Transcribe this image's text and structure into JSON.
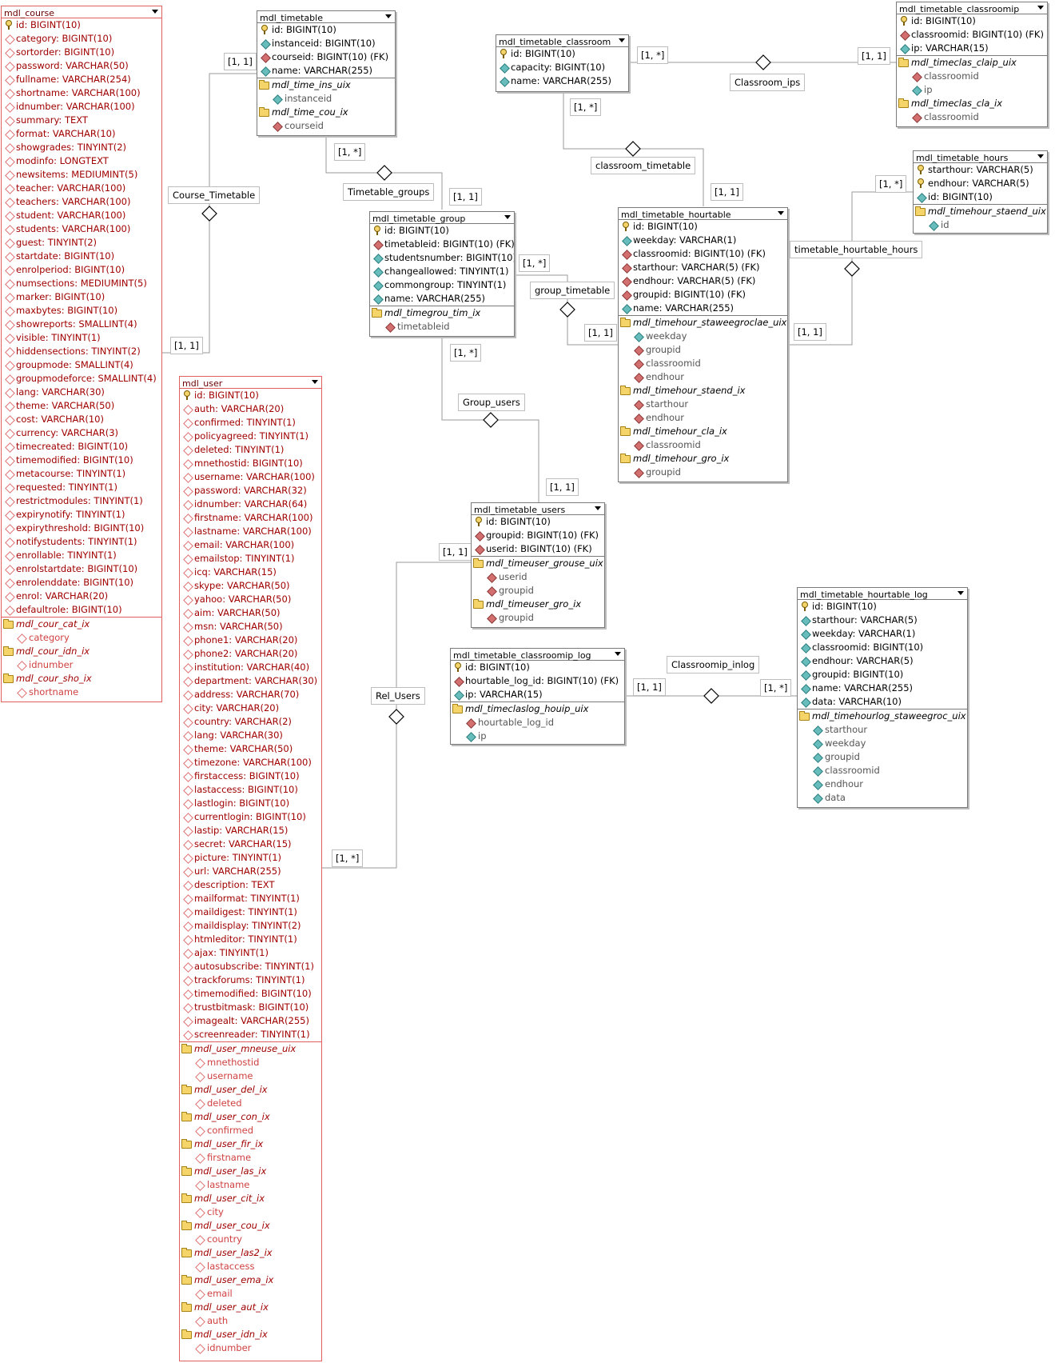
{
  "tables": {
    "course": {
      "name": "mdl_course",
      "rows": [
        {
          "t": "pk",
          "x": "id: BIGINT(10)"
        },
        {
          "t": "w",
          "x": "category: BIGINT(10)"
        },
        {
          "t": "w",
          "x": "sortorder: BIGINT(10)"
        },
        {
          "t": "w",
          "x": "password: VARCHAR(50)"
        },
        {
          "t": "w",
          "x": "fullname: VARCHAR(254)"
        },
        {
          "t": "w",
          "x": "shortname: VARCHAR(100)"
        },
        {
          "t": "w",
          "x": "idnumber: VARCHAR(100)"
        },
        {
          "t": "w",
          "x": "summary: TEXT"
        },
        {
          "t": "w",
          "x": "format: VARCHAR(10)"
        },
        {
          "t": "w",
          "x": "showgrades: TINYINT(2)"
        },
        {
          "t": "w",
          "x": "modinfo: LONGTEXT"
        },
        {
          "t": "w",
          "x": "newsitems: MEDIUMINT(5)"
        },
        {
          "t": "w",
          "x": "teacher: VARCHAR(100)"
        },
        {
          "t": "w",
          "x": "teachers: VARCHAR(100)"
        },
        {
          "t": "w",
          "x": "student: VARCHAR(100)"
        },
        {
          "t": "w",
          "x": "students: VARCHAR(100)"
        },
        {
          "t": "w",
          "x": "guest: TINYINT(2)"
        },
        {
          "t": "w",
          "x": "startdate: BIGINT(10)"
        },
        {
          "t": "w",
          "x": "enrolperiod: BIGINT(10)"
        },
        {
          "t": "w",
          "x": "numsections: MEDIUMINT(5)"
        },
        {
          "t": "w",
          "x": "marker: BIGINT(10)"
        },
        {
          "t": "w",
          "x": "maxbytes: BIGINT(10)"
        },
        {
          "t": "w",
          "x": "showreports: SMALLINT(4)"
        },
        {
          "t": "w",
          "x": "visible: TINYINT(1)"
        },
        {
          "t": "w",
          "x": "hiddensections: TINYINT(2)"
        },
        {
          "t": "w",
          "x": "groupmode: SMALLINT(4)"
        },
        {
          "t": "w",
          "x": "groupmodeforce: SMALLINT(4)"
        },
        {
          "t": "w",
          "x": "lang: VARCHAR(30)"
        },
        {
          "t": "w",
          "x": "theme: VARCHAR(50)"
        },
        {
          "t": "w",
          "x": "cost: VARCHAR(10)"
        },
        {
          "t": "w",
          "x": "currency: VARCHAR(3)"
        },
        {
          "t": "w",
          "x": "timecreated: BIGINT(10)"
        },
        {
          "t": "w",
          "x": "timemodified: BIGINT(10)"
        },
        {
          "t": "w",
          "x": "metacourse: TINYINT(1)"
        },
        {
          "t": "w",
          "x": "requested: TINYINT(1)"
        },
        {
          "t": "w",
          "x": "restrictmodules: TINYINT(1)"
        },
        {
          "t": "w",
          "x": "expirynotify: TINYINT(1)"
        },
        {
          "t": "w",
          "x": "expirythreshold: BIGINT(10)"
        },
        {
          "t": "w",
          "x": "notifystudents: TINYINT(1)"
        },
        {
          "t": "w",
          "x": "enrollable: TINYINT(1)"
        },
        {
          "t": "w",
          "x": "enrolstartdate: BIGINT(10)"
        },
        {
          "t": "w",
          "x": "enrolenddate: BIGINT(10)"
        },
        {
          "t": "w",
          "x": "enrol: VARCHAR(20)"
        },
        {
          "t": "w",
          "x": "defaultrole: BIGINT(10)"
        },
        {
          "t": "idx",
          "x": "mdl_cour_cat_ix"
        },
        {
          "t": "w",
          "i": 1,
          "x": "category"
        },
        {
          "t": "idx",
          "x": "mdl_cour_idn_ix"
        },
        {
          "t": "w",
          "i": 1,
          "x": "idnumber"
        },
        {
          "t": "idx",
          "x": "mdl_cour_sho_ix"
        },
        {
          "t": "w",
          "i": 1,
          "x": "shortname"
        }
      ]
    },
    "timetable": {
      "name": "mdl_timetable",
      "rows": [
        {
          "t": "pk",
          "x": "id: BIGINT(10)"
        },
        {
          "t": "c",
          "x": "instanceid: BIGINT(10)"
        },
        {
          "t": "r",
          "x": "courseid: BIGINT(10) (FK)"
        },
        {
          "t": "c",
          "x": "name: VARCHAR(255)"
        },
        {
          "t": "idx",
          "x": "mdl_time_ins_uix"
        },
        {
          "t": "c",
          "i": 1,
          "x": "instanceid"
        },
        {
          "t": "idx",
          "x": "mdl_time_cou_ix"
        },
        {
          "t": "r",
          "i": 1,
          "x": "courseid"
        }
      ]
    },
    "classroom": {
      "name": "mdl_timetable_classroom",
      "rows": [
        {
          "t": "pk",
          "x": "id: BIGINT(10)"
        },
        {
          "t": "c",
          "x": "capacity: BIGINT(10)"
        },
        {
          "t": "c",
          "x": "name: VARCHAR(255)"
        }
      ]
    },
    "classroomip": {
      "name": "mdl_timetable_classroomip",
      "rows": [
        {
          "t": "pk",
          "x": "id: BIGINT(10)"
        },
        {
          "t": "r",
          "x": "classroomid: BIGINT(10) (FK)"
        },
        {
          "t": "c",
          "x": "ip: VARCHAR(15)"
        },
        {
          "t": "idx",
          "x": "mdl_timeclas_claip_uix"
        },
        {
          "t": "r",
          "i": 1,
          "x": "classroomid"
        },
        {
          "t": "c",
          "i": 1,
          "x": "ip"
        },
        {
          "t": "idx",
          "x": "mdl_timeclas_cla_ix"
        },
        {
          "t": "r",
          "i": 1,
          "x": "classroomid"
        }
      ]
    },
    "hours": {
      "name": "mdl_timetable_hours",
      "rows": [
        {
          "t": "pk",
          "x": "starthour: VARCHAR(5)"
        },
        {
          "t": "pk",
          "x": "endhour: VARCHAR(5)"
        },
        {
          "t": "c",
          "x": "id: BIGINT(10)"
        },
        {
          "t": "idx",
          "x": "mdl_timehour_staend_uix"
        },
        {
          "t": "c",
          "i": 1,
          "x": "id"
        }
      ]
    },
    "group": {
      "name": "mdl_timetable_group",
      "rows": [
        {
          "t": "pk",
          "x": "id: BIGINT(10)"
        },
        {
          "t": "r",
          "x": "timetableid: BIGINT(10) (FK)"
        },
        {
          "t": "c",
          "x": "studentsnumber: BIGINT(10)"
        },
        {
          "t": "c",
          "x": "changeallowed: TINYINT(1)"
        },
        {
          "t": "c",
          "x": "commongroup: TINYINT(1)"
        },
        {
          "t": "c",
          "x": "name: VARCHAR(255)"
        },
        {
          "t": "idx",
          "x": "mdl_timegrou_tim_ix"
        },
        {
          "t": "r",
          "i": 1,
          "x": "timetableid"
        }
      ]
    },
    "hourtable": {
      "name": "mdl_timetable_hourtable",
      "rows": [
        {
          "t": "pk",
          "x": "id: BIGINT(10)"
        },
        {
          "t": "c",
          "x": "weekday: VARCHAR(1)"
        },
        {
          "t": "r",
          "x": "classroomid: BIGINT(10) (FK)"
        },
        {
          "t": "r",
          "x": "starthour: VARCHAR(5) (FK)"
        },
        {
          "t": "r",
          "x": "endhour: VARCHAR(5) (FK)"
        },
        {
          "t": "r",
          "x": "groupid: BIGINT(10) (FK)"
        },
        {
          "t": "c",
          "x": "name: VARCHAR(255)"
        },
        {
          "t": "idx",
          "x": "mdl_timehour_staweegroclae_uix"
        },
        {
          "t": "c",
          "i": 1,
          "x": "weekday"
        },
        {
          "t": "r",
          "i": 1,
          "x": "groupid"
        },
        {
          "t": "r",
          "i": 1,
          "x": "classroomid"
        },
        {
          "t": "r",
          "i": 1,
          "x": "endhour"
        },
        {
          "t": "idx",
          "x": "mdl_timehour_staend_ix"
        },
        {
          "t": "r",
          "i": 1,
          "x": "starthour"
        },
        {
          "t": "r",
          "i": 1,
          "x": "endhour"
        },
        {
          "t": "idx",
          "x": "mdl_timehour_cla_ix"
        },
        {
          "t": "r",
          "i": 1,
          "x": "classroomid"
        },
        {
          "t": "idx",
          "x": "mdl_timehour_gro_ix"
        },
        {
          "t": "r",
          "i": 1,
          "x": "groupid"
        }
      ]
    },
    "user": {
      "name": "mdl_user",
      "rows": [
        {
          "t": "pk",
          "x": "id: BIGINT(10)"
        },
        {
          "t": "w",
          "x": "auth: VARCHAR(20)"
        },
        {
          "t": "w",
          "x": "confirmed: TINYINT(1)"
        },
        {
          "t": "w",
          "x": "policyagreed: TINYINT(1)"
        },
        {
          "t": "w",
          "x": "deleted: TINYINT(1)"
        },
        {
          "t": "w",
          "x": "mnethostid: BIGINT(10)"
        },
        {
          "t": "w",
          "x": "username: VARCHAR(100)"
        },
        {
          "t": "w",
          "x": "password: VARCHAR(32)"
        },
        {
          "t": "w",
          "x": "idnumber: VARCHAR(64)"
        },
        {
          "t": "w",
          "x": "firstname: VARCHAR(100)"
        },
        {
          "t": "w",
          "x": "lastname: VARCHAR(100)"
        },
        {
          "t": "w",
          "x": "email: VARCHAR(100)"
        },
        {
          "t": "w",
          "x": "emailstop: TINYINT(1)"
        },
        {
          "t": "w",
          "x": "icq: VARCHAR(15)"
        },
        {
          "t": "w",
          "x": "skype: VARCHAR(50)"
        },
        {
          "t": "w",
          "x": "yahoo: VARCHAR(50)"
        },
        {
          "t": "w",
          "x": "aim: VARCHAR(50)"
        },
        {
          "t": "w",
          "x": "msn: VARCHAR(50)"
        },
        {
          "t": "w",
          "x": "phone1: VARCHAR(20)"
        },
        {
          "t": "w",
          "x": "phone2: VARCHAR(20)"
        },
        {
          "t": "w",
          "x": "institution: VARCHAR(40)"
        },
        {
          "t": "w",
          "x": "department: VARCHAR(30)"
        },
        {
          "t": "w",
          "x": "address: VARCHAR(70)"
        },
        {
          "t": "w",
          "x": "city: VARCHAR(20)"
        },
        {
          "t": "w",
          "x": "country: VARCHAR(2)"
        },
        {
          "t": "w",
          "x": "lang: VARCHAR(30)"
        },
        {
          "t": "w",
          "x": "theme: VARCHAR(50)"
        },
        {
          "t": "w",
          "x": "timezone: VARCHAR(100)"
        },
        {
          "t": "w",
          "x": "firstaccess: BIGINT(10)"
        },
        {
          "t": "w",
          "x": "lastaccess: BIGINT(10)"
        },
        {
          "t": "w",
          "x": "lastlogin: BIGINT(10)"
        },
        {
          "t": "w",
          "x": "currentlogin: BIGINT(10)"
        },
        {
          "t": "w",
          "x": "lastip: VARCHAR(15)"
        },
        {
          "t": "w",
          "x": "secret: VARCHAR(15)"
        },
        {
          "t": "w",
          "x": "picture: TINYINT(1)"
        },
        {
          "t": "w",
          "x": "url: VARCHAR(255)"
        },
        {
          "t": "w",
          "x": "description: TEXT"
        },
        {
          "t": "w",
          "x": "mailformat: TINYINT(1)"
        },
        {
          "t": "w",
          "x": "maildigest: TINYINT(1)"
        },
        {
          "t": "w",
          "x": "maildisplay: TINYINT(2)"
        },
        {
          "t": "w",
          "x": "htmleditor: TINYINT(1)"
        },
        {
          "t": "w",
          "x": "ajax: TINYINT(1)"
        },
        {
          "t": "w",
          "x": "autosubscribe: TINYINT(1)"
        },
        {
          "t": "w",
          "x": "trackforums: TINYINT(1)"
        },
        {
          "t": "w",
          "x": "timemodified: BIGINT(10)"
        },
        {
          "t": "w",
          "x": "trustbitmask: BIGINT(10)"
        },
        {
          "t": "w",
          "x": "imagealt: VARCHAR(255)"
        },
        {
          "t": "w",
          "x": "screenreader: TINYINT(1)"
        },
        {
          "t": "idx",
          "x": "mdl_user_mneuse_uix"
        },
        {
          "t": "w",
          "i": 1,
          "x": "mnethostid"
        },
        {
          "t": "w",
          "i": 1,
          "x": "username"
        },
        {
          "t": "idx",
          "x": "mdl_user_del_ix"
        },
        {
          "t": "w",
          "i": 1,
          "x": "deleted"
        },
        {
          "t": "idx",
          "x": "mdl_user_con_ix"
        },
        {
          "t": "w",
          "i": 1,
          "x": "confirmed"
        },
        {
          "t": "idx",
          "x": "mdl_user_fir_ix"
        },
        {
          "t": "w",
          "i": 1,
          "x": "firstname"
        },
        {
          "t": "idx",
          "x": "mdl_user_las_ix"
        },
        {
          "t": "w",
          "i": 1,
          "x": "lastname"
        },
        {
          "t": "idx",
          "x": "mdl_user_cit_ix"
        },
        {
          "t": "w",
          "i": 1,
          "x": "city"
        },
        {
          "t": "idx",
          "x": "mdl_user_cou_ix"
        },
        {
          "t": "w",
          "i": 1,
          "x": "country"
        },
        {
          "t": "idx",
          "x": "mdl_user_las2_ix"
        },
        {
          "t": "w",
          "i": 1,
          "x": "lastaccess"
        },
        {
          "t": "idx",
          "x": "mdl_user_ema_ix"
        },
        {
          "t": "w",
          "i": 1,
          "x": "email"
        },
        {
          "t": "idx",
          "x": "mdl_user_aut_ix"
        },
        {
          "t": "w",
          "i": 1,
          "x": "auth"
        },
        {
          "t": "idx",
          "x": "mdl_user_idn_ix"
        },
        {
          "t": "w",
          "i": 1,
          "x": "idnumber"
        }
      ]
    },
    "users": {
      "name": "mdl_timetable_users",
      "rows": [
        {
          "t": "pk",
          "x": "id: BIGINT(10)"
        },
        {
          "t": "r",
          "x": "groupid: BIGINT(10) (FK)"
        },
        {
          "t": "r",
          "x": "userid: BIGINT(10) (FK)"
        },
        {
          "t": "idx",
          "x": "mdl_timeuser_grouse_uix"
        },
        {
          "t": "r",
          "i": 1,
          "x": "userid"
        },
        {
          "t": "r",
          "i": 1,
          "x": "groupid"
        },
        {
          "t": "idx",
          "x": "mdl_timeuser_gro_ix"
        },
        {
          "t": "r",
          "i": 1,
          "x": "groupid"
        }
      ]
    },
    "ipLog": {
      "name": "mdl_timetable_classroomip_log",
      "rows": [
        {
          "t": "pk",
          "x": "id: BIGINT(10)"
        },
        {
          "t": "r",
          "x": "hourtable_log_id: BIGINT(10) (FK)"
        },
        {
          "t": "c",
          "x": "ip: VARCHAR(15)"
        },
        {
          "t": "idx",
          "x": "mdl_timeclaslog_houip_uix"
        },
        {
          "t": "r",
          "i": 1,
          "x": "hourtable_log_id"
        },
        {
          "t": "c",
          "i": 1,
          "x": "ip"
        }
      ]
    },
    "hourLog": {
      "name": "mdl_timetable_hourtable_log",
      "rows": [
        {
          "t": "pk",
          "x": "id: BIGINT(10)"
        },
        {
          "t": "c",
          "x": "starthour: VARCHAR(5)"
        },
        {
          "t": "c",
          "x": "weekday: VARCHAR(1)"
        },
        {
          "t": "c",
          "x": "classroomid: BIGINT(10)"
        },
        {
          "t": "c",
          "x": "endhour: VARCHAR(5)"
        },
        {
          "t": "c",
          "x": "groupid: BIGINT(10)"
        },
        {
          "t": "c",
          "x": "name: VARCHAR(255)"
        },
        {
          "t": "c",
          "x": "data: VARCHAR(10)"
        },
        {
          "t": "idx",
          "x": "mdl_timehourlog_staweegroc_uix"
        },
        {
          "t": "c",
          "i": 1,
          "x": "starthour"
        },
        {
          "t": "c",
          "i": 1,
          "x": "weekday"
        },
        {
          "t": "c",
          "i": 1,
          "x": "groupid"
        },
        {
          "t": "c",
          "i": 1,
          "x": "classroomid"
        },
        {
          "t": "c",
          "i": 1,
          "x": "endhour"
        },
        {
          "t": "c",
          "i": 1,
          "x": "data"
        }
      ]
    }
  },
  "relations": {
    "course_timetable": "Course_Timetable",
    "timetable_groups": "Timetable_groups",
    "classroom_timetable": "classroom_timetable",
    "classroom_ips": "Classroom_ips",
    "timetable_hourtable_hours": "timetable_hourtable_hours",
    "group_timetable": "group_timetable",
    "group_users": "Group_users",
    "rel_users": "Rel_Users",
    "classroomip_inlog": "Classroomip_inlog"
  },
  "cardinalities": {
    "one": "[1, 1]",
    "many": "[1, *]"
  }
}
